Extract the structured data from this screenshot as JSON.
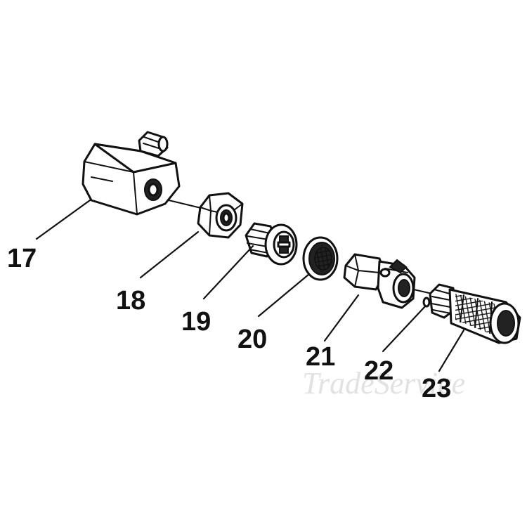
{
  "diagram": {
    "watermark": "TradeService",
    "parts": [
      {
        "id": "17",
        "label": "17"
      },
      {
        "id": "18",
        "label": "18"
      },
      {
        "id": "19",
        "label": "19"
      },
      {
        "id": "20",
        "label": "20"
      },
      {
        "id": "21",
        "label": "21"
      },
      {
        "id": "22",
        "label": "22"
      },
      {
        "id": "23",
        "label": "23"
      }
    ]
  }
}
